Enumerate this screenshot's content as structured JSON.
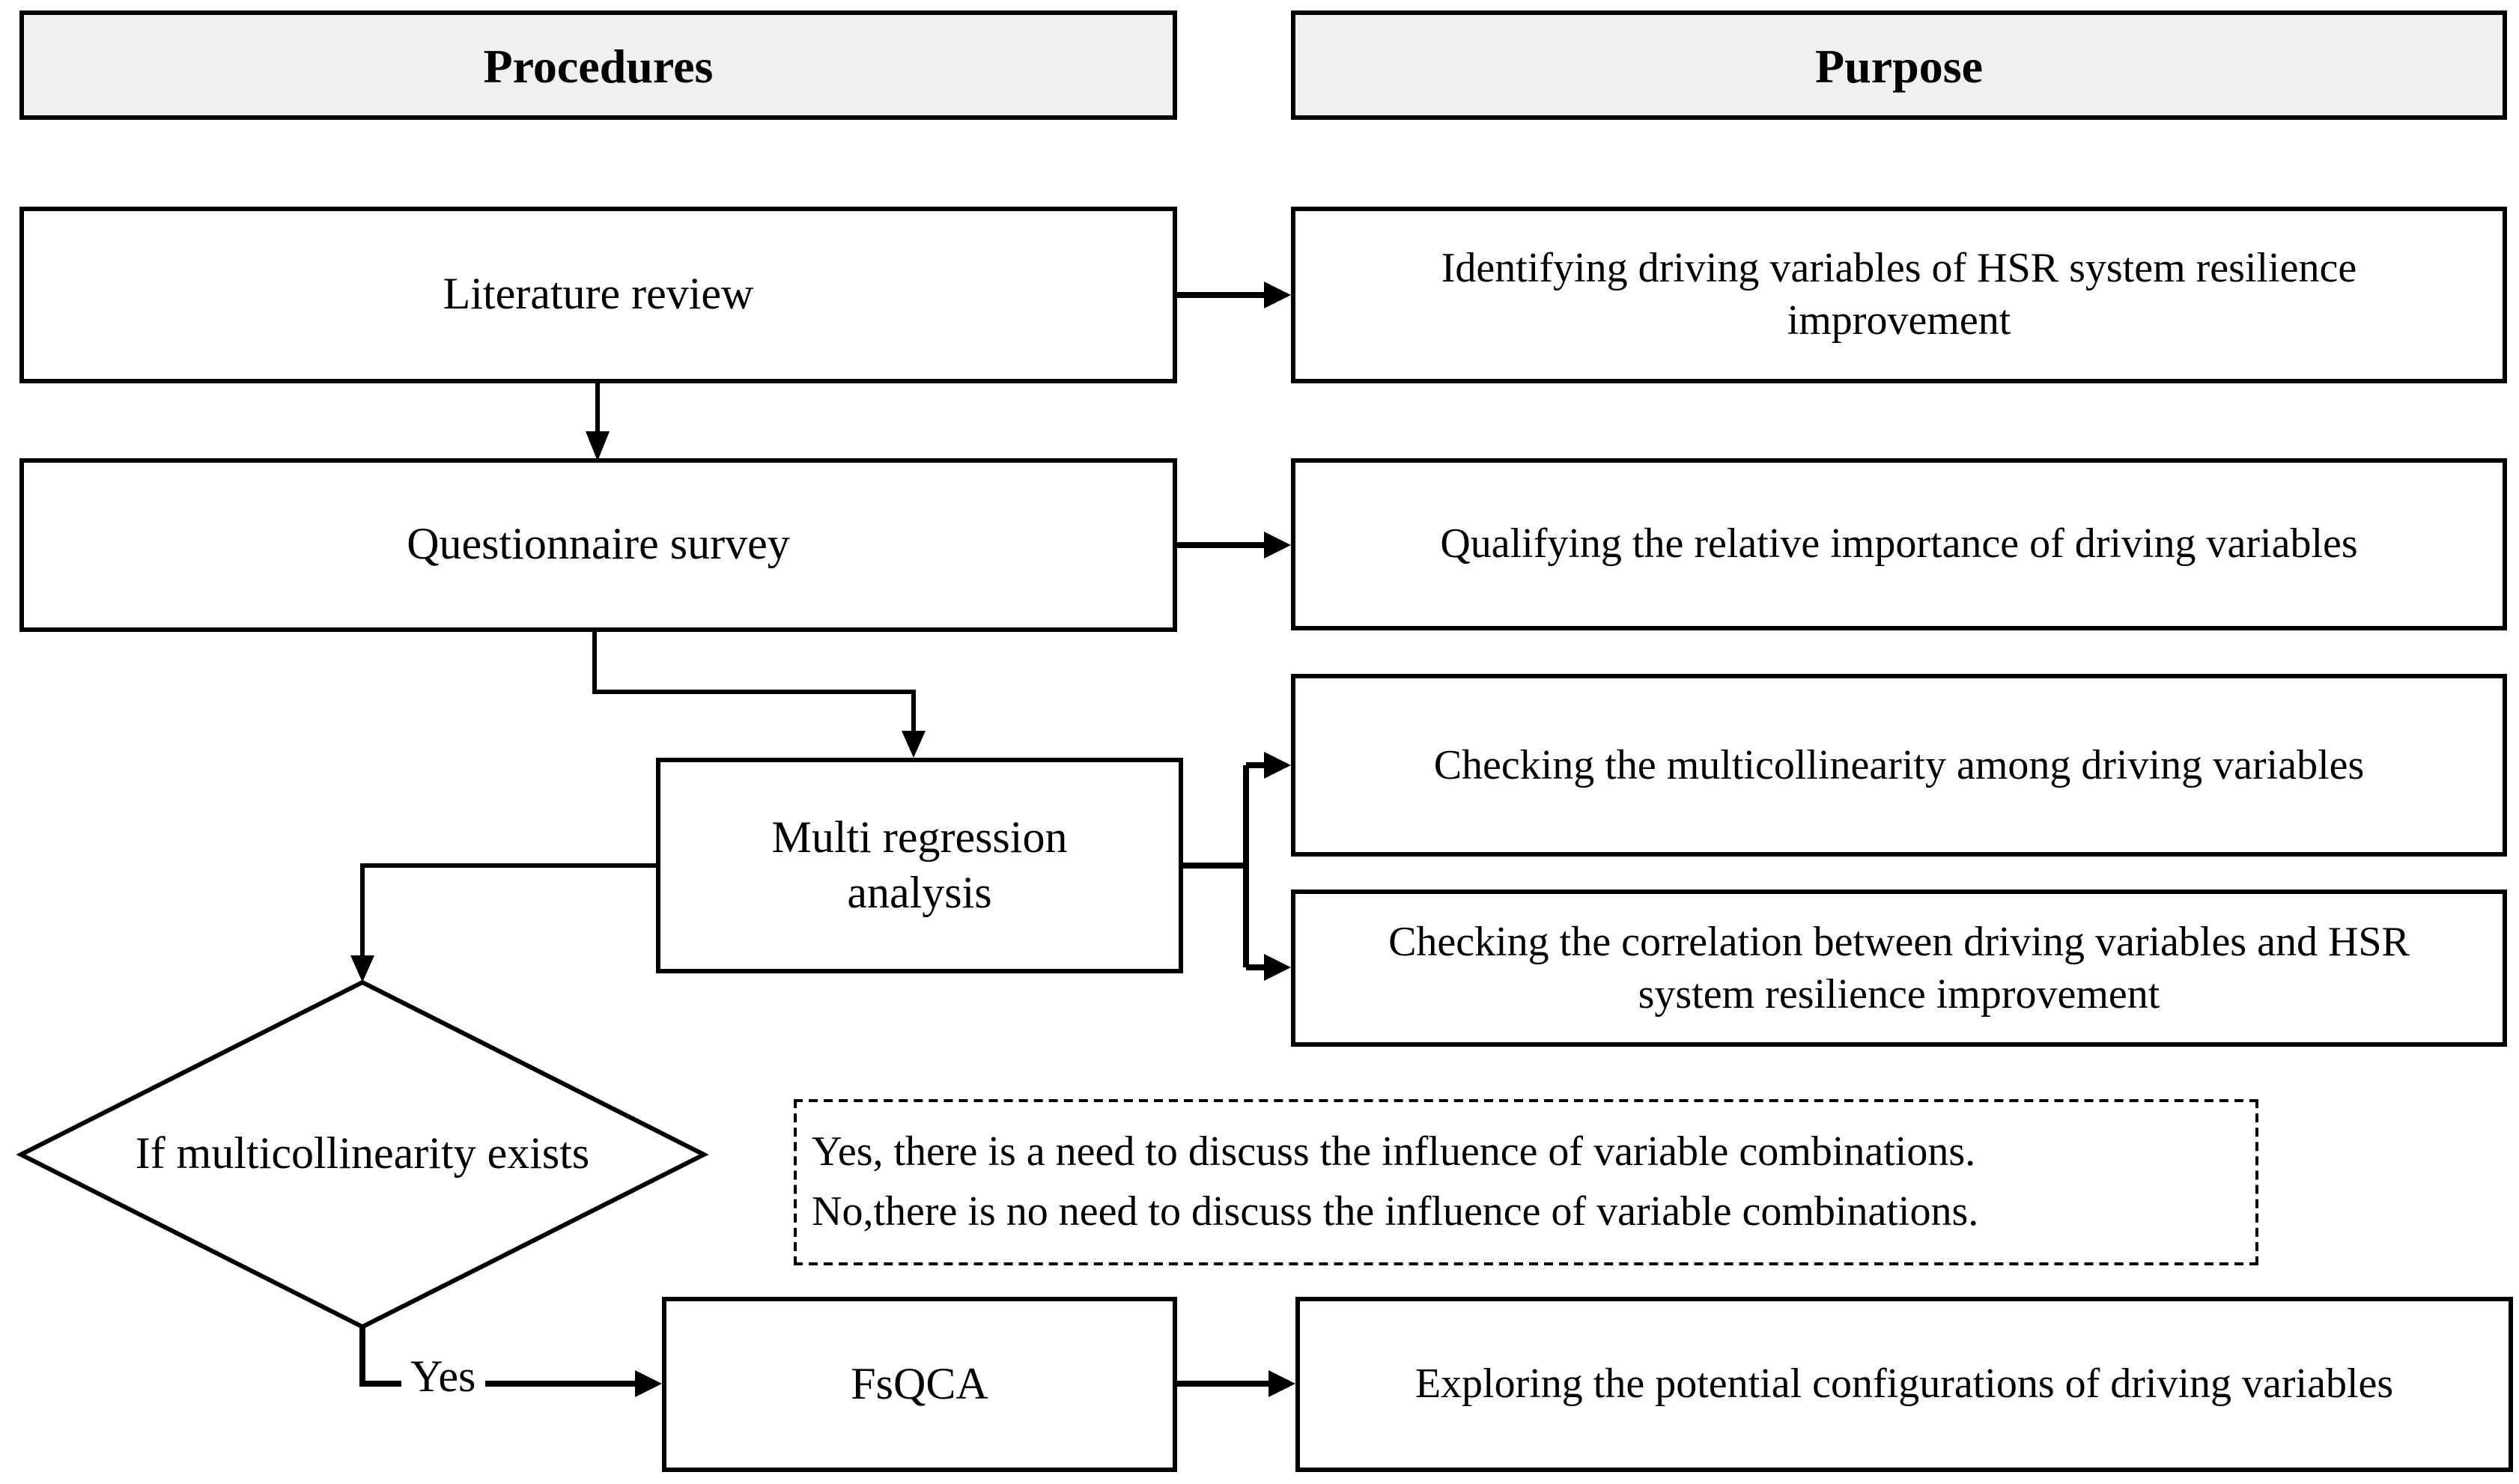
{
  "headers": {
    "procedures": "Procedures",
    "purpose": "Purpose"
  },
  "procedures": {
    "literature_review": "Literature review",
    "questionnaire_survey": "Questionnaire survey",
    "multi_regression": "Multi regression analysis",
    "decision": "If multicollinearity exists",
    "yes_label": "Yes",
    "fsqca": "FsQCA"
  },
  "purposes": {
    "identifying": "Identifying driving variables of HSR system resilience improvement",
    "qualifying": "Qualifying the relative importance of driving variables",
    "checking_multicollinearity": "Checking the multicollinearity among driving variables",
    "checking_correlation": "Checking the correlation between driving variables and HSR system resilience improvement",
    "exploring": "Exploring the potential configurations of driving variables"
  },
  "note": {
    "yes_line": "Yes, there is a need to discuss the influence of variable combinations.",
    "no_line": "No,there is no need to discuss the influence of variable combinations."
  },
  "colors": {
    "header_fill": "#f0f0f0",
    "box_fill": "#ffffff",
    "line": "#000000"
  }
}
